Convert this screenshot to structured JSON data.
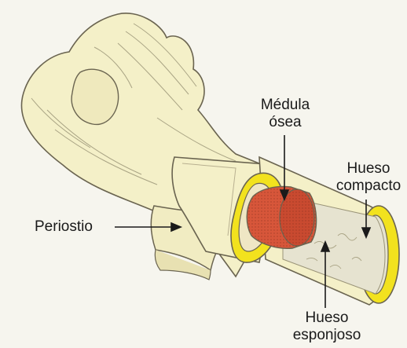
{
  "labels": {
    "medula_line1": "Médula",
    "medula_line2": "ósea",
    "compacto_line1": "Hueso",
    "compacto_line2": "compacto",
    "periostio": "Periostio",
    "esponjoso_line1": "Hueso",
    "esponjoso_line2": "esponjoso"
  },
  "colors": {
    "background": "#f6f5ee",
    "bone": "#f4f0c8",
    "bone_shadow": "#e3dcaa",
    "outline": "#6a6450",
    "compact_bone": "#f2e21e",
    "marrow": "#d7563a",
    "spongy_bone": "#e6e3d0"
  }
}
